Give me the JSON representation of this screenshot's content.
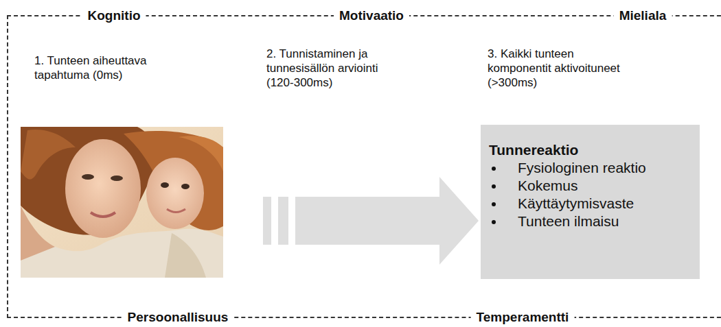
{
  "diagram": {
    "nodes": [
      {
        "text": [
          "Kognitio",
          "Motivaatio",
          "Mieliala",
          "Persoonallisuus",
          "Temperamentti"
        ]
      },
      {
        "text": [
          "Tunnereaktio",
          "Fysiologinen reaktio",
          "Kokemus",
          "Käyttäytymisvaste",
          "Tunteen ilmaisu"
        ],
        "in": 0
      }
    ],
    "labels": [
      "1. Tunteen aiheuttava tapahtuma (0ms)",
      "2. Tunnistaminen ja tunnesisällön arviointi (120-300ms)",
      "3. Kaikki tunteen komponentit aktivoituneet (>300ms)"
    ]
  }
}
